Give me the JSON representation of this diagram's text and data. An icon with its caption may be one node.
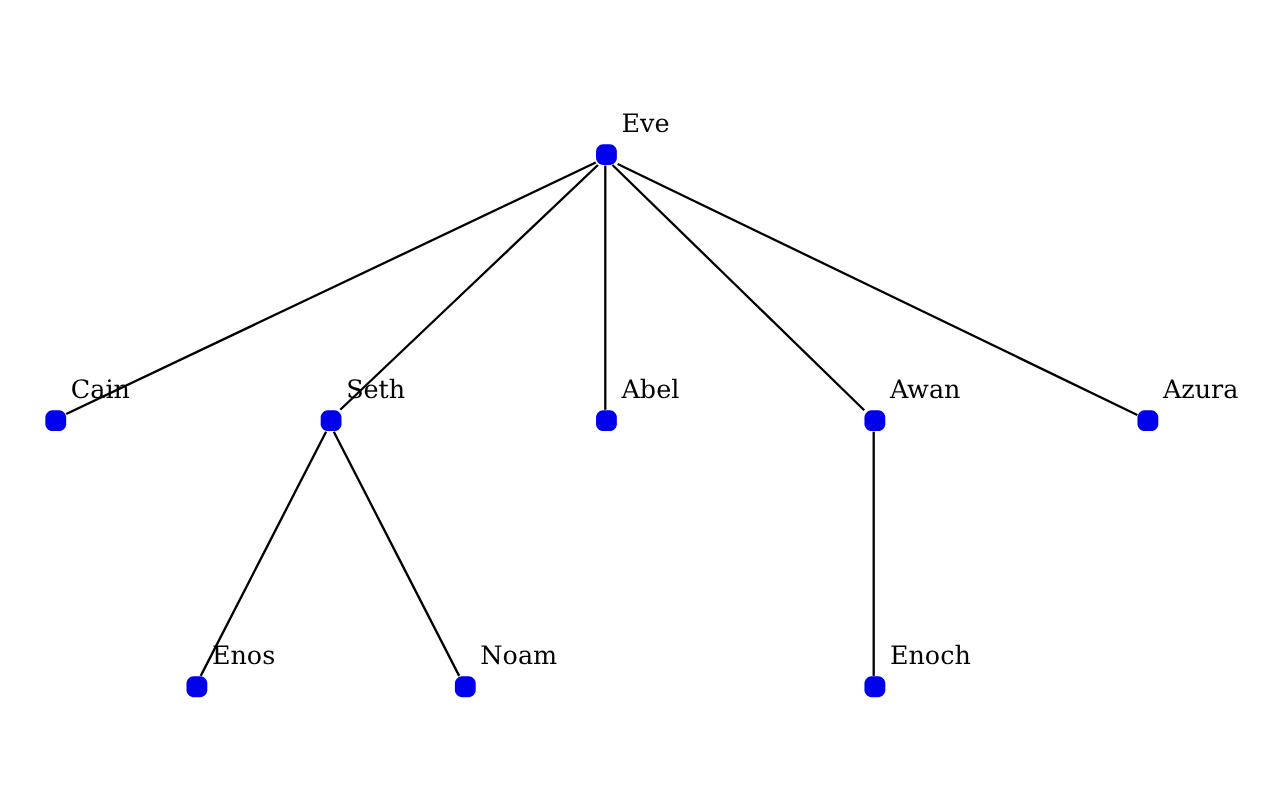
{
  "diagram": {
    "nodes": [
      {
        "text": [],
        "shape": "circle",
        "beside": [
          "Eve"
        ]
      },
      {
        "text": [],
        "shape": "circle",
        "beside": [
          "Cain"
        ]
      },
      {
        "text": [],
        "shape": "circle",
        "beside": [
          "Seth"
        ]
      },
      {
        "text": [],
        "shape": "circle",
        "beside": [
          "Abel"
        ]
      },
      {
        "text": [],
        "shape": "circle",
        "beside": [
          "Awan"
        ]
      },
      {
        "text": [],
        "shape": "circle",
        "beside": [
          "Azura"
        ]
      },
      {
        "text": [],
        "shape": "circle",
        "beside": [
          "Enos"
        ]
      },
      {
        "text": [],
        "shape": "circle",
        "beside": [
          "Noam"
        ]
      },
      {
        "text": [],
        "shape": "circle",
        "beside": [
          "Enoch"
        ]
      }
    ],
    "edges": [
      {
        "from": 0,
        "to": 1,
        "arrow": "none"
      },
      {
        "from": 0,
        "to": 2,
        "arrow": "none"
      },
      {
        "from": 0,
        "to": 3,
        "arrow": "none"
      },
      {
        "from": 0,
        "to": 4,
        "arrow": "none"
      },
      {
        "from": 0,
        "to": 5,
        "arrow": "none"
      },
      {
        "from": 2,
        "to": 6,
        "arrow": "none"
      },
      {
        "from": 2,
        "to": 7,
        "arrow": "none"
      },
      {
        "from": 4,
        "to": 8,
        "arrow": "none"
      }
    ]
  }
}
